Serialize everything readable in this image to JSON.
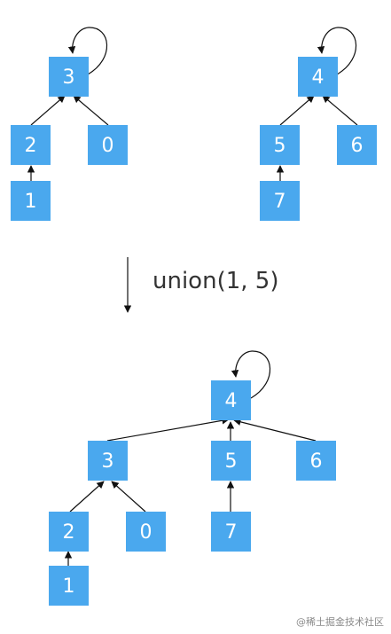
{
  "before": {
    "left_tree": {
      "root": "3",
      "children": [
        "2",
        "0"
      ],
      "grandchildren": [
        "1"
      ]
    },
    "right_tree": {
      "root": "4",
      "children": [
        "5",
        "6"
      ],
      "grandchildren": [
        "7"
      ]
    }
  },
  "operation": {
    "label": "union(1, 5)"
  },
  "after": {
    "root": "4",
    "children": [
      "3",
      "5",
      "6"
    ],
    "sub_of_3": [
      "2",
      "0"
    ],
    "sub_of_2": [
      "1"
    ],
    "sub_of_5": [
      "7"
    ]
  },
  "watermark": "@稀土掘金技术社区",
  "colors": {
    "node_fill": "#4AA8EE",
    "node_text": "#ffffff",
    "edge": "#111111"
  }
}
